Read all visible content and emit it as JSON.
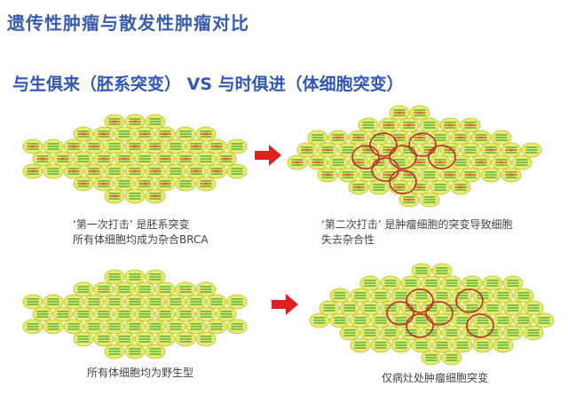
{
  "title": "遗传性肿瘤与散发性肿瘤对比",
  "subtitle": "与生俱来（胚系突变） VS 与时俱进（体细胞突变）",
  "captions": {
    "top_left_1": "‘第一次打击’ 是胚系突变",
    "top_left_2": "所有体细胞均成为杂合BRCA",
    "top_right_1": "‘第二次打击’ 是肿瘤细胞的突变导致细胞",
    "top_right_2": "失去杂合性",
    "bottom_left": "所有体细胞均为野生型",
    "bottom_right": "仅病灶处肿瘤细胞突变"
  },
  "colors": {
    "title": "#3a5db0",
    "cell_fill": "#e9ec6a",
    "cell_stroke": "#b8bf2a",
    "chrom_green": "#3da845",
    "chrom_red": "#d83a2a",
    "tumor_ring": "#c0282a",
    "arrow": "#e02020"
  }
}
